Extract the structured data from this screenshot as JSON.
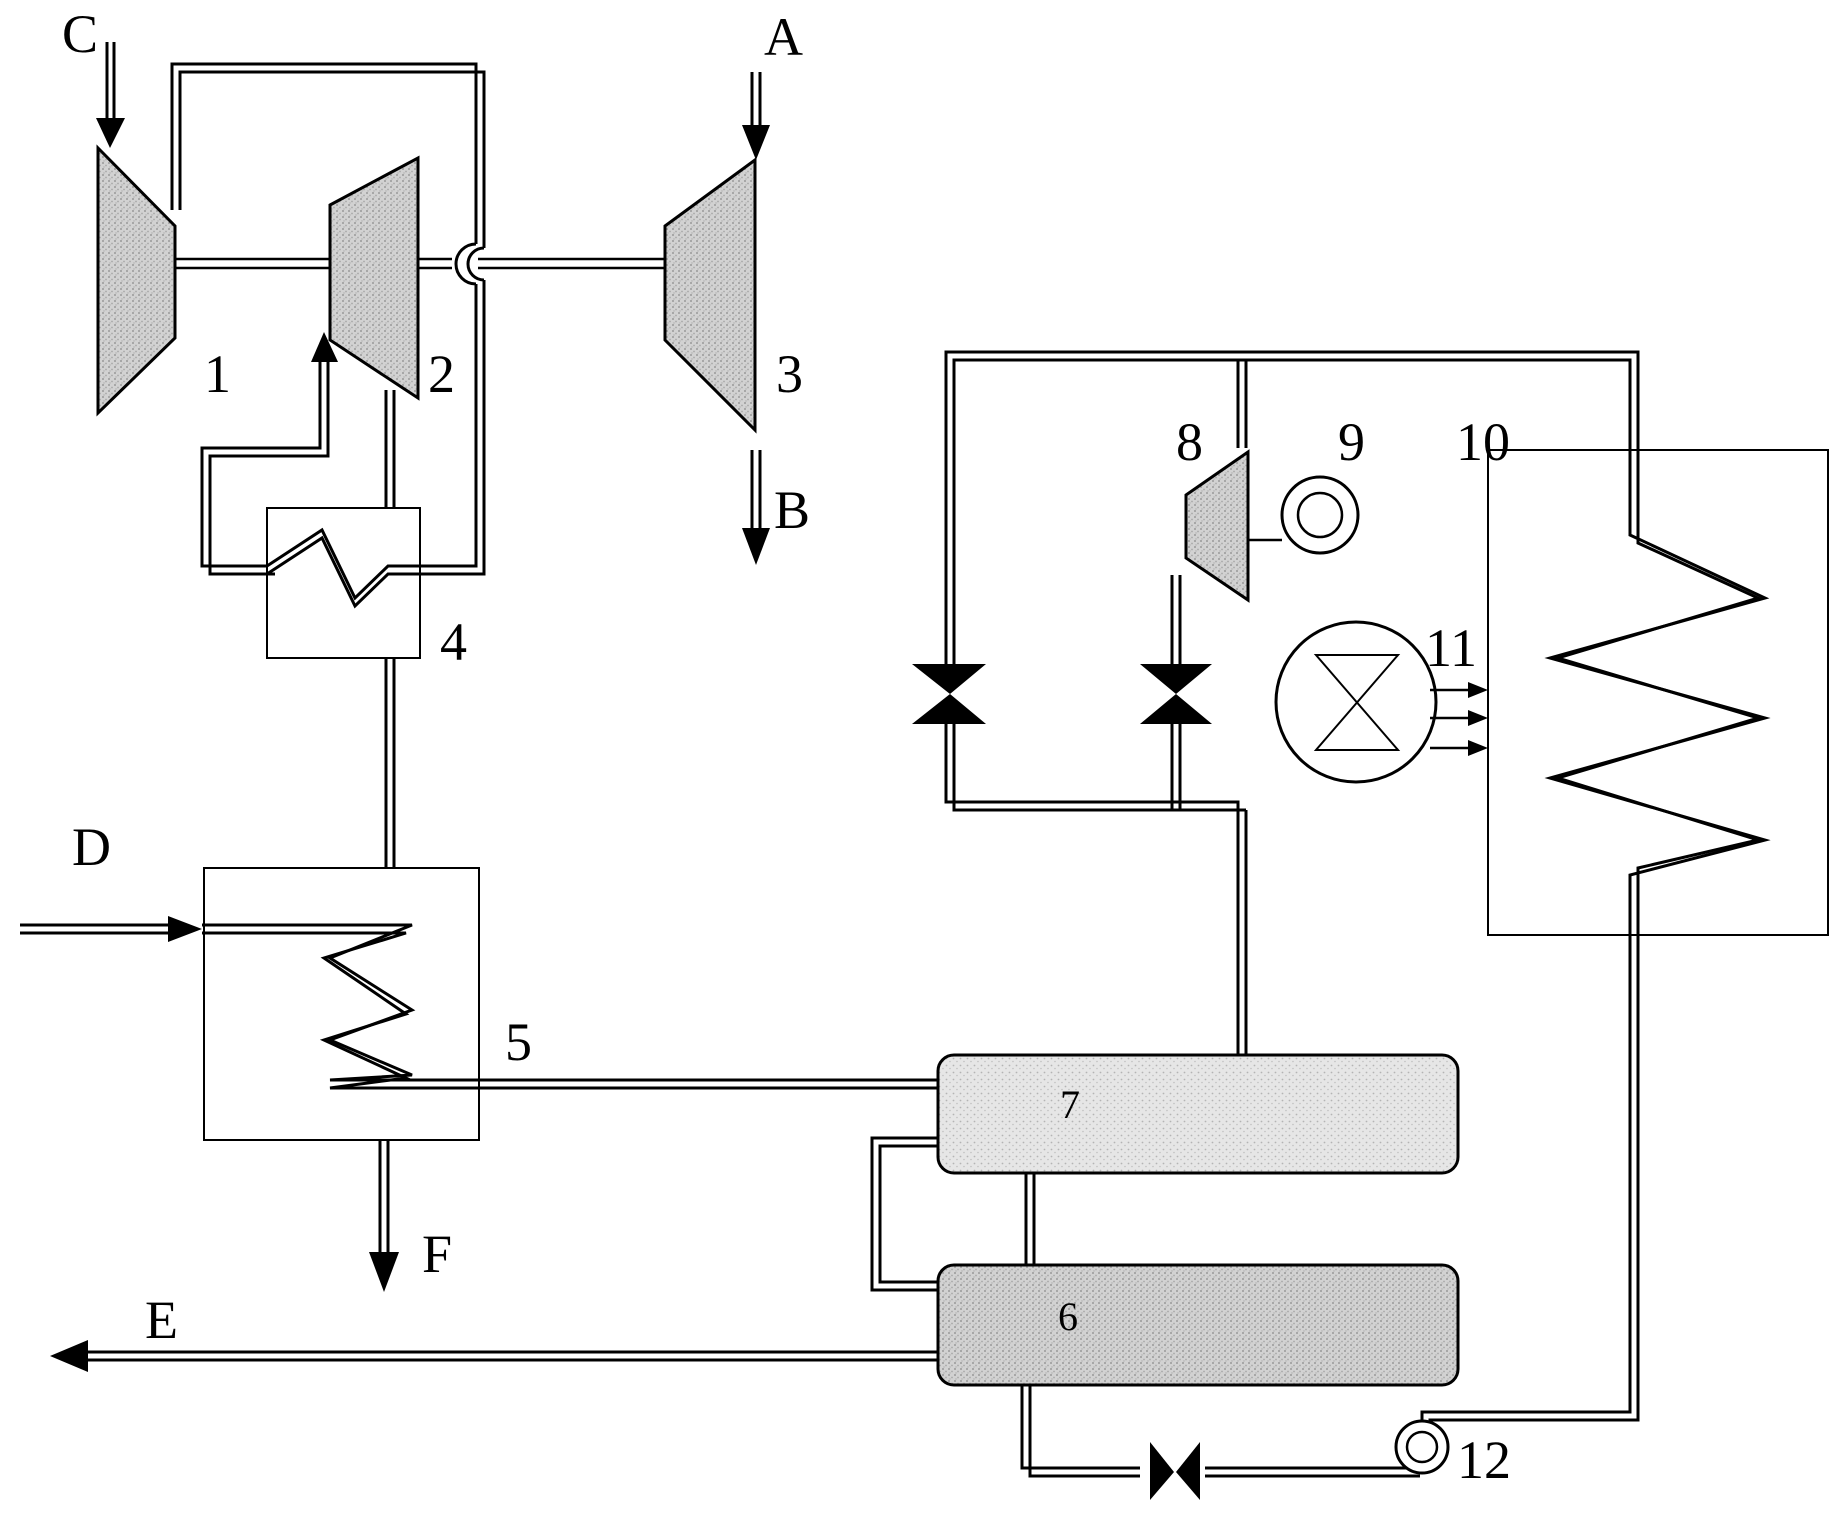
{
  "stream_labels": {
    "A": "A",
    "B": "B",
    "C": "C",
    "D": "D",
    "E": "E",
    "F": "F"
  },
  "components": [
    {
      "id": "1",
      "label": "1",
      "kind": "compressor"
    },
    {
      "id": "2",
      "label": "2",
      "kind": "turbine"
    },
    {
      "id": "3",
      "label": "3",
      "kind": "turbine"
    },
    {
      "id": "4",
      "label": "4",
      "kind": "heat-exchanger"
    },
    {
      "id": "5",
      "label": "5",
      "kind": "heat-exchanger"
    },
    {
      "id": "6",
      "label": "6",
      "kind": "vessel"
    },
    {
      "id": "7",
      "label": "7",
      "kind": "vessel"
    },
    {
      "id": "8",
      "label": "8",
      "kind": "compressor"
    },
    {
      "id": "9",
      "label": "9",
      "kind": "motor"
    },
    {
      "id": "10",
      "label": "10",
      "kind": "heat-exchanger"
    },
    {
      "id": "11",
      "label": "11",
      "kind": "fan"
    },
    {
      "id": "12",
      "label": "12",
      "kind": "pump"
    }
  ],
  "colors": {
    "line": "#000000",
    "equipment_fill": "#c8c8c8",
    "vessel_fill": "#dcdcdc",
    "background": "#ffffff"
  }
}
